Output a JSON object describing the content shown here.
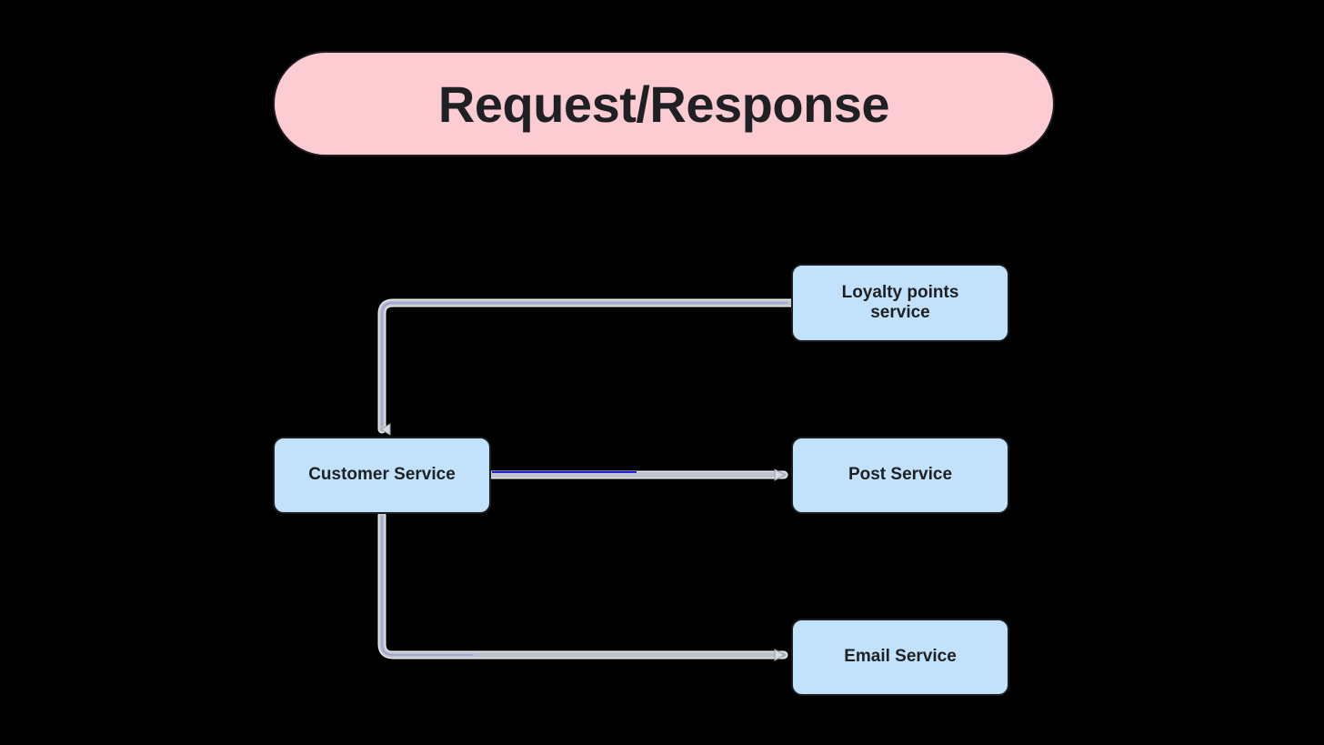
{
  "diagram": {
    "title": "Request/Response",
    "background_color": "#000000",
    "title_fill": "#FDCBD2",
    "node_fill": "#C2E2FC",
    "node_border": "#1d1d1f",
    "connector_color": "#BFC3CC",
    "connector_highlight_color": "#8C8FD8",
    "connector_selected_color": "#2222DD",
    "nodes": [
      {
        "id": "customer",
        "label": "Customer Service"
      },
      {
        "id": "loyalty",
        "label": "Loyalty points\nservice",
        "line1": "Loyalty points",
        "line2": "service"
      },
      {
        "id": "post",
        "label": "Post Service"
      },
      {
        "id": "email",
        "label": "Email Service"
      }
    ],
    "edges": [
      {
        "from": "loyalty",
        "to": "customer",
        "arrow": "down",
        "label": ""
      },
      {
        "from": "customer",
        "to": "post",
        "arrow": "right",
        "label": ""
      },
      {
        "from": "customer",
        "to": "email",
        "arrow": "right",
        "label": ""
      }
    ]
  }
}
